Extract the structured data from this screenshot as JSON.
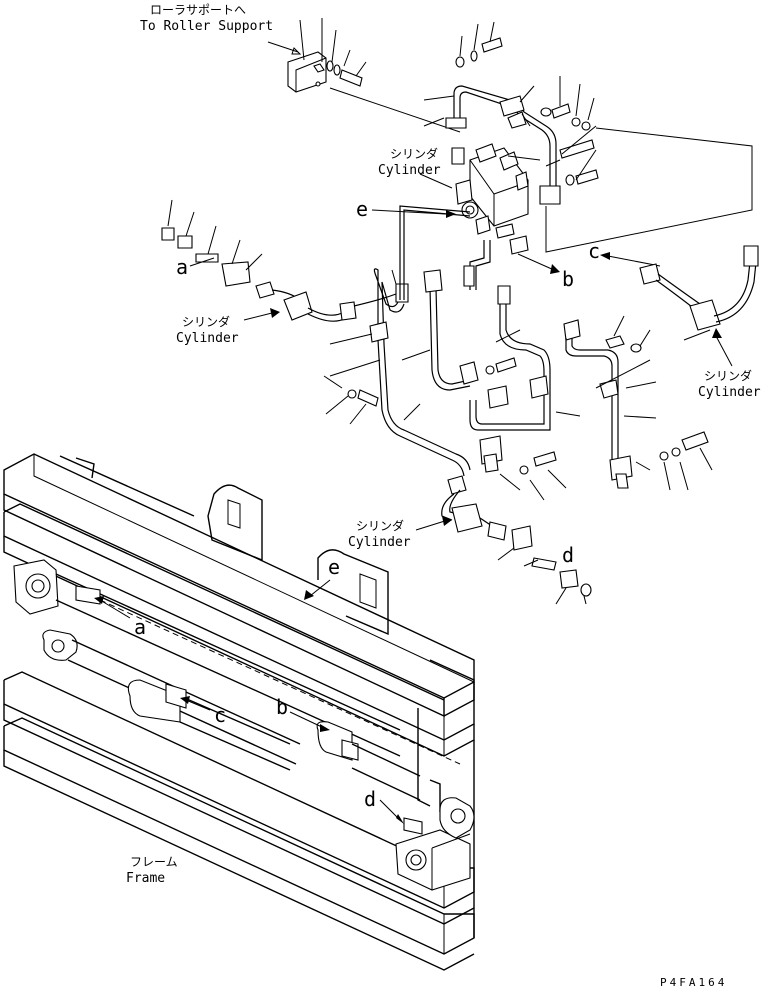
{
  "labels": {
    "roller_support_jp": "ローラサポートへ",
    "roller_support_en": "To Roller Support",
    "cyl_top_jp": "シリンダ",
    "cyl_top_en": "Cylinder",
    "cyl_left_jp": "シリンダ",
    "cyl_left_en": "Cylinder",
    "cyl_right_jp": "シリンダ",
    "cyl_right_en": "Cylinder",
    "cyl_mid_jp": "シリンダ",
    "cyl_mid_en": "Cylinder",
    "frame_jp": "フレーム",
    "frame_en": "Frame",
    "drawing_code": "P4FA164"
  },
  "connection_markers": {
    "a_upper": "a",
    "b_upper": "b",
    "c_upper": "c",
    "d_upper": "d",
    "e_upper": "e",
    "a_lower": "a",
    "b_lower": "b",
    "c_lower": "c",
    "d_lower": "d",
    "e_lower": "e"
  }
}
